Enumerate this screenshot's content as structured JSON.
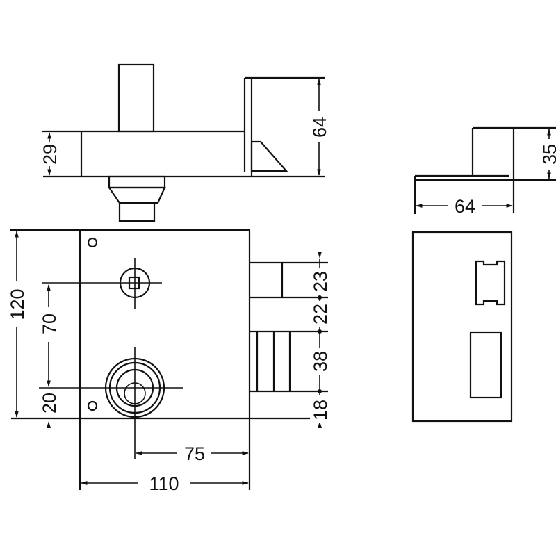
{
  "colors": {
    "line": "#111111",
    "background": "#ffffff"
  },
  "top_view": {
    "dim_height_body": "29",
    "dim_height_total": "64"
  },
  "front_view": {
    "dim_height": "120",
    "dim_spindle_to_cylinder": "70",
    "dim_cylinder_from_bottom": "20",
    "dim_latch": "23",
    "dim_gap": "22",
    "dim_deadbolt": "38",
    "dim_bottom": "18",
    "dim_backset": "75",
    "dim_width": "110"
  },
  "side_view": {
    "dim_height": "35",
    "dim_width": "64"
  }
}
